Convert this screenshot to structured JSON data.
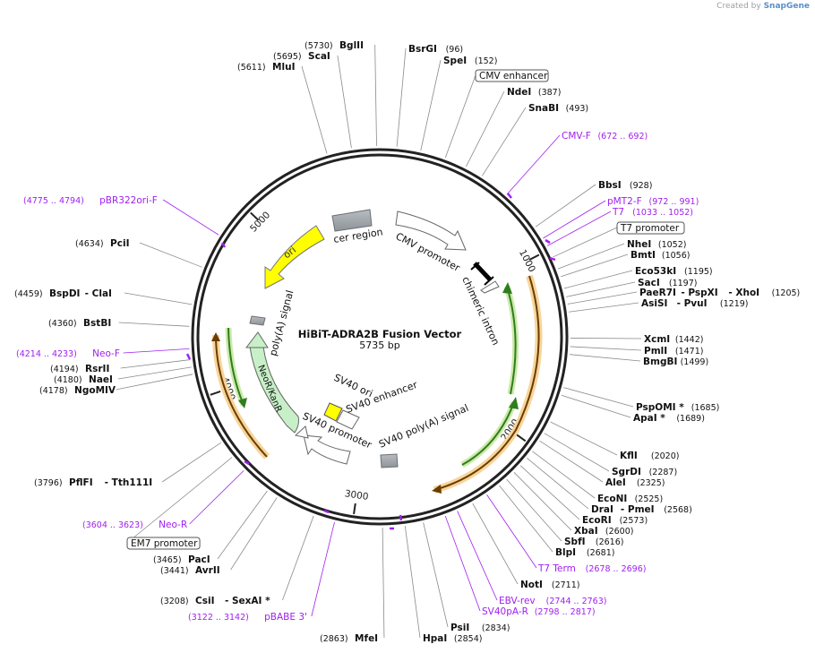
{
  "credit": {
    "prefix": "Created by",
    "brand": "SnapGene"
  },
  "title": "HiBiT-ADRA2B Fusion Vector",
  "subtitle": "5735 bp",
  "total_bp": 5735,
  "colors": {
    "backbone": "#222222",
    "primer": "#a020f0",
    "ori": "#ffff00",
    "grey_feature": "#a3a8ae",
    "neo": "#c8f0c8",
    "green_arrow": "#2e8b1e",
    "orange_arrow": "#ff8c00",
    "label_line": "#888888"
  },
  "ticks": [
    {
      "pos": 1000,
      "label": "1000"
    },
    {
      "pos": 2000,
      "label": "2000"
    },
    {
      "pos": 3000,
      "label": "3000"
    },
    {
      "pos": 4000,
      "label": "4000"
    },
    {
      "pos": 5000,
      "label": "5000"
    }
  ],
  "features": [
    {
      "name": "cer region",
      "type": "grey-block"
    },
    {
      "name": "ori",
      "type": "yellow-arrow"
    },
    {
      "name": "CMV promoter",
      "type": "white-arrow"
    },
    {
      "name": "chimeric intron",
      "type": "intron"
    },
    {
      "name": "poly(A) signal",
      "type": "grey-block"
    },
    {
      "name": "NeoR/KanR",
      "type": "green-arrow"
    },
    {
      "name": "SV40 ori",
      "type": "yellow-block"
    },
    {
      "name": "SV40 enhancer",
      "type": "white-block"
    },
    {
      "name": "SV40 promoter",
      "type": "white-arrow"
    },
    {
      "name": "SV40 poly(A) signal",
      "type": "grey-block"
    }
  ],
  "labels": [
    {
      "text": "(5730)",
      "bold": "BglII"
    },
    {
      "text": "(5695)",
      "bold": "ScaI"
    },
    {
      "text": "(5611)",
      "bold": "MluI"
    },
    {
      "bold": "BsrGI",
      "text": "(96)"
    },
    {
      "bold": "SpeI",
      "text": "(152)"
    },
    {
      "boxed": "CMV enhancer"
    },
    {
      "bold": "NdeI",
      "text": "(387)"
    },
    {
      "bold": "SnaBI",
      "text": "(493)"
    },
    {
      "primer": "CMV-F",
      "range": "(672 .. 692)"
    },
    {
      "bold": "BbsI",
      "text": "(928)"
    },
    {
      "primer": "pMT2-F",
      "range": "(972 .. 991)"
    },
    {
      "primer": "T7",
      "range": "(1033 .. 1052)"
    },
    {
      "boxed": "T7 promoter"
    },
    {
      "bold": "NheI",
      "text": "(1052)"
    },
    {
      "bold": "BmtI",
      "text": "(1056)"
    },
    {
      "bold": "Eco53kI",
      "text": "(1195)"
    },
    {
      "bold": "SacI",
      "text": "(1197)"
    },
    {
      "bold": "PaeR7I",
      "sep1": "- PspXI",
      "sep2": "- XhoI",
      "text": "(1205)"
    },
    {
      "bold": "AsiSI",
      "sep1": "- PvuI",
      "text": "(1219)"
    },
    {
      "bold": "XcmI",
      "text": "(1442)"
    },
    {
      "bold": "PmlI",
      "text": "(1471)"
    },
    {
      "bold": "BmgBI",
      "text": "(1499)"
    },
    {
      "bold": "PspOMI *",
      "text": "(1685)"
    },
    {
      "bold": "ApaI *",
      "text": "(1689)"
    },
    {
      "bold": "KflI",
      "text": "(2020)"
    },
    {
      "bold": "SgrDI",
      "text": "(2287)"
    },
    {
      "bold": "AleI",
      "text": "(2325)"
    },
    {
      "bold": "EcoNI",
      "text": "(2525)"
    },
    {
      "bold": "DraI",
      "sep1": "- PmeI",
      "text": "(2568)"
    },
    {
      "bold": "EcoRI",
      "text": "(2573)"
    },
    {
      "bold": "XbaI",
      "text": "(2600)"
    },
    {
      "bold": "SbfI",
      "text": "(2616)"
    },
    {
      "bold": "BlpI",
      "text": "(2681)"
    },
    {
      "primer": "T7 Term",
      "range": "(2678 .. 2696)"
    },
    {
      "bold": "NotI",
      "text": "(2711)"
    },
    {
      "primer": "EBV-rev",
      "range": "(2744 .. 2763)"
    },
    {
      "primer": "SV40pA-R",
      "range": "(2798 .. 2817)"
    },
    {
      "bold": "PsiI",
      "text": "(2834)"
    },
    {
      "bold": "HpaI",
      "text": "(2854)"
    },
    {
      "text": "(2863)",
      "bold": "MfeI"
    },
    {
      "range": "(3122 .. 3142)",
      "primer": "pBABE 3'"
    },
    {
      "text": "(3208)",
      "bold": "CsiI",
      "sep1": "- SexAI *"
    },
    {
      "text": "(3441)",
      "bold": "AvrII"
    },
    {
      "text": "(3465)",
      "bold": "PacI"
    },
    {
      "boxed": "EM7 promoter"
    },
    {
      "range": "(3604 .. 3623)",
      "primer": "Neo-R"
    },
    {
      "text": "(3796)",
      "bold": "PflFI",
      "sep1": "- Tth111I"
    },
    {
      "text": "(4178)",
      "bold": "NgoMIV"
    },
    {
      "text": "(4180)",
      "bold": "NaeI"
    },
    {
      "text": "(4194)",
      "bold": "RsrII"
    },
    {
      "range": "(4214 .. 4233)",
      "primer": "Neo-F"
    },
    {
      "text": "(4360)",
      "bold": "BstBI"
    },
    {
      "text": "(4459)",
      "bold": "BspDI",
      "sep1": "- ClaI"
    },
    {
      "text": "(4634)",
      "bold": "PciI"
    },
    {
      "range": "(4775 .. 4794)",
      "primer": "pBR322ori-F"
    }
  ]
}
